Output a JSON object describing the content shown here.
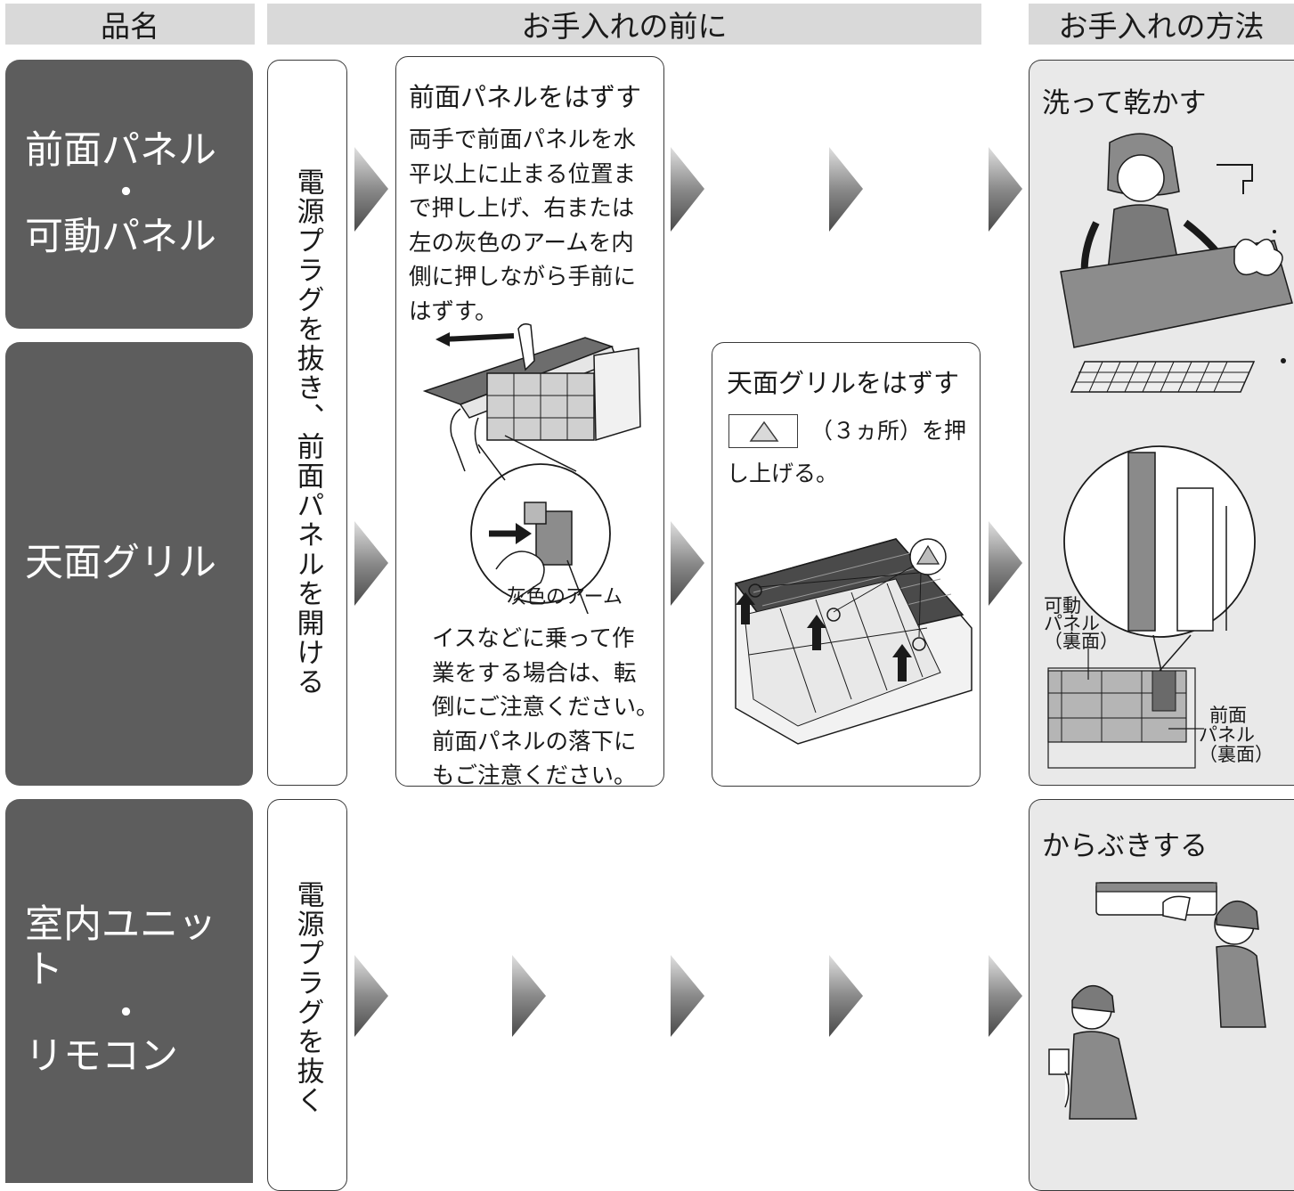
{
  "headers": {
    "product": "品名",
    "before": "お手入れの前に",
    "method": "お手入れの方法"
  },
  "items": {
    "panel": {
      "line1": "前面パネル",
      "dot": "・",
      "line2": "可動パネル"
    },
    "grill": {
      "line1": "天面グリル"
    },
    "unit": {
      "line1": "室内ユニット",
      "dot": "・",
      "line2": "リモコン"
    }
  },
  "prep": {
    "unplug_open": "電源プラグを抜き、前面パネルを開ける",
    "unplug": "電源プラグを抜く"
  },
  "step_panel": {
    "title": "前面パネルをはずす",
    "body": [
      "両手で前面パネルを水",
      "平以上に止まる位置ま",
      "で押し上げ、右または",
      "左の灰色のアームを内",
      "側に押しながら手前に",
      "はずす。"
    ],
    "arm_label": "灰色のアーム",
    "note": [
      "イスなどに乗って作",
      "業をする場合は、転",
      "倒にご注意ください。",
      "前面パネルの落下に",
      "もご注意ください。"
    ]
  },
  "step_grill": {
    "title": "天面グリルをはずす",
    "body_line1": "（３ヵ所）を押",
    "body_line2": "し上げる。"
  },
  "methods": {
    "wash": "洗って乾かす",
    "wipe": "からぶきする"
  },
  "labels": {
    "movable_panel": [
      "可動",
      "パネル",
      "（裏面）"
    ],
    "front_panel": [
      "前面",
      "パネル",
      "（裏面）"
    ]
  },
  "colors": {
    "item_bg": "#5d5d5d",
    "header_bg": "#d9d9d9",
    "method_bg": "#e9e9e9",
    "arrow_dark": "#6a6a6a",
    "arrow_light": "#a8a8a8"
  }
}
